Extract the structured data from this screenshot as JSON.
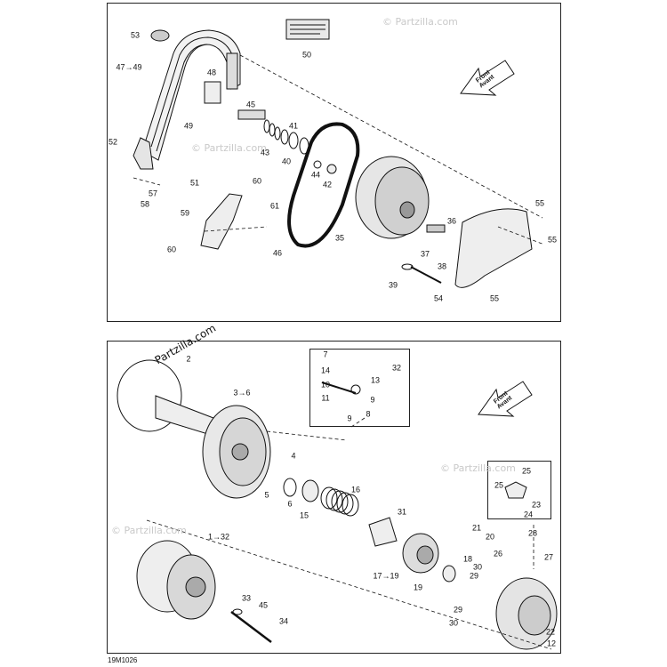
{
  "watermarks": {
    "site": "© Partzilla.com",
    "center": "Partzilla.com"
  },
  "front_arrow": {
    "line1": "Front",
    "line2": "Avant"
  },
  "diagram_code": "19M1026",
  "top_labels": [
    {
      "id": "53",
      "text": "53"
    },
    {
      "id": "50",
      "text": "50"
    },
    {
      "id": "47-49",
      "text": "47→49"
    },
    {
      "id": "48",
      "text": "48"
    },
    {
      "id": "49",
      "text": "49"
    },
    {
      "id": "45",
      "text": "45"
    },
    {
      "id": "41",
      "text": "41"
    },
    {
      "id": "43",
      "text": "43"
    },
    {
      "id": "40",
      "text": "40"
    },
    {
      "id": "52",
      "text": "52"
    },
    {
      "id": "44",
      "text": "44"
    },
    {
      "id": "42",
      "text": "42"
    },
    {
      "id": "51",
      "text": "51"
    },
    {
      "id": "57",
      "text": "57"
    },
    {
      "id": "58",
      "text": "58"
    },
    {
      "id": "60a",
      "text": "60"
    },
    {
      "id": "61",
      "text": "61"
    },
    {
      "id": "59",
      "text": "59"
    },
    {
      "id": "60b",
      "text": "60"
    },
    {
      "id": "46",
      "text": "46"
    },
    {
      "id": "35",
      "text": "35"
    },
    {
      "id": "36",
      "text": "36"
    },
    {
      "id": "55a",
      "text": "55"
    },
    {
      "id": "55b",
      "text": "55"
    },
    {
      "id": "37",
      "text": "37"
    },
    {
      "id": "38",
      "text": "38"
    },
    {
      "id": "39",
      "text": "39"
    },
    {
      "id": "54",
      "text": "54"
    },
    {
      "id": "55c",
      "text": "55"
    }
  ],
  "bottom_labels": [
    {
      "id": "2",
      "text": "2"
    },
    {
      "id": "7",
      "text": "7"
    },
    {
      "id": "14",
      "text": "14"
    },
    {
      "id": "32a",
      "text": "32"
    },
    {
      "id": "13",
      "text": "13"
    },
    {
      "id": "10",
      "text": "10"
    },
    {
      "id": "11",
      "text": "11"
    },
    {
      "id": "9a",
      "text": "9"
    },
    {
      "id": "9b",
      "text": "9"
    },
    {
      "id": "8",
      "text": "8"
    },
    {
      "id": "3-6",
      "text": "3→6"
    },
    {
      "id": "4",
      "text": "4"
    },
    {
      "id": "5",
      "text": "5"
    },
    {
      "id": "6",
      "text": "6"
    },
    {
      "id": "15",
      "text": "15"
    },
    {
      "id": "16",
      "text": "16"
    },
    {
      "id": "31",
      "text": "31"
    },
    {
      "id": "25a",
      "text": "25"
    },
    {
      "id": "25b",
      "text": "25"
    },
    {
      "id": "23",
      "text": "23"
    },
    {
      "id": "24",
      "text": "24"
    },
    {
      "id": "1-32",
      "text": "1→32"
    },
    {
      "id": "21",
      "text": "21"
    },
    {
      "id": "20",
      "text": "20"
    },
    {
      "id": "28",
      "text": "28"
    },
    {
      "id": "27",
      "text": "27"
    },
    {
      "id": "26",
      "text": "26"
    },
    {
      "id": "18",
      "text": "18"
    },
    {
      "id": "30a",
      "text": "30"
    },
    {
      "id": "29a",
      "text": "29"
    },
    {
      "id": "17-19",
      "text": "17→19"
    },
    {
      "id": "19",
      "text": "19"
    },
    {
      "id": "33",
      "text": "33"
    },
    {
      "id": "45",
      "text": "45"
    },
    {
      "id": "34",
      "text": "34"
    },
    {
      "id": "29b",
      "text": "29"
    },
    {
      "id": "30b",
      "text": "30"
    },
    {
      "id": "22",
      "text": "22"
    },
    {
      "id": "12",
      "text": "12"
    }
  ]
}
